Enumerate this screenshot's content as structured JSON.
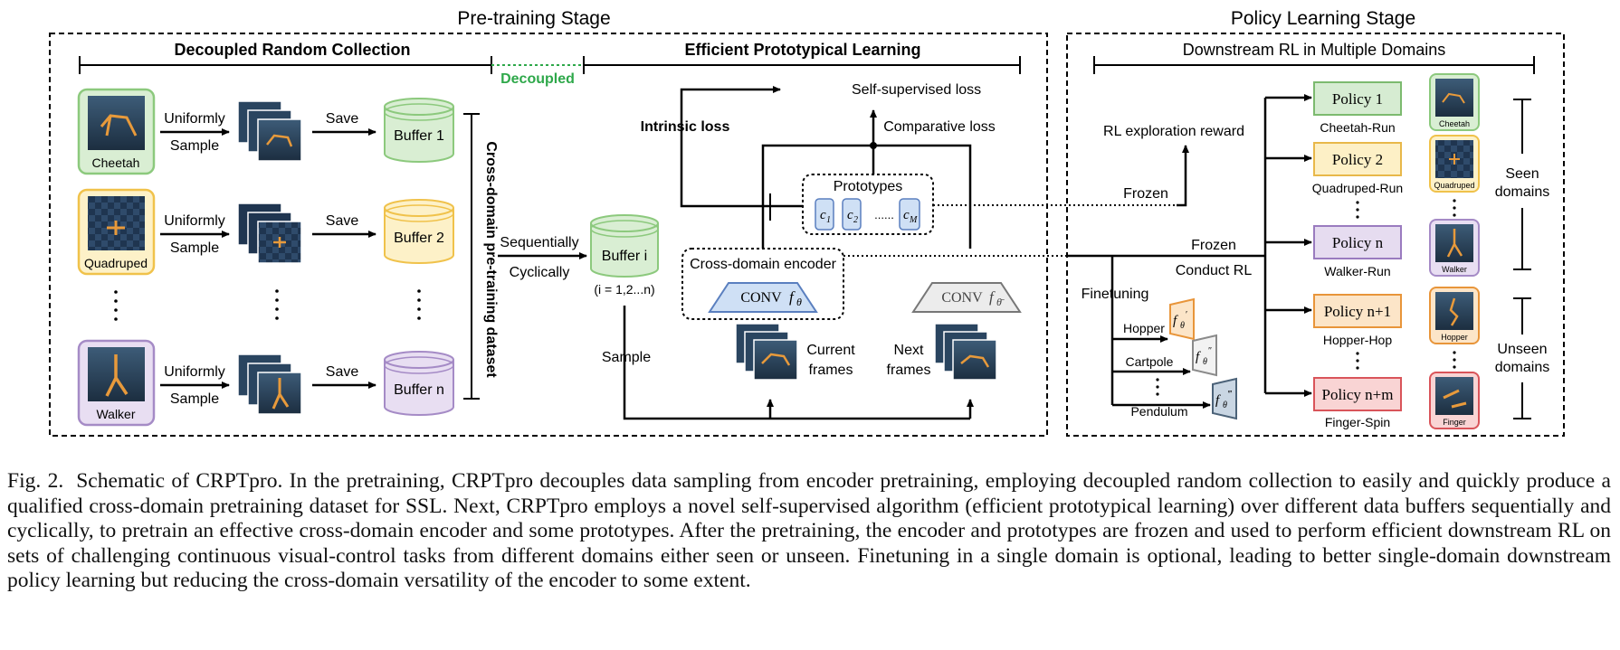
{
  "stages": {
    "pretrain_title": "Pre-training Stage",
    "policy_title": "Policy Learning Stage"
  },
  "collection": {
    "header": "Decoupled Random Collection",
    "decoupled_label": "Decoupled",
    "domains": [
      {
        "name": "Cheetah",
        "buffer": "Buffer 1"
      },
      {
        "name": "Quadruped",
        "buffer": "Buffer 2"
      },
      {
        "name": "Walker",
        "buffer": "Buffer n"
      }
    ],
    "uniformly": "Uniformly",
    "sample": "Sample",
    "save": "Save",
    "dataset_label": "Cross-domain pre-training dataset",
    "sequentially": "Sequentially",
    "cyclically": "Cyclically",
    "buffer_i": "Buffer i",
    "buffer_i_range": "(i = 1,2...n)",
    "sample_bottom": "Sample"
  },
  "learning": {
    "header": "Efficient Prototypical Learning",
    "self_supervised_loss": "Self-supervised loss",
    "intrinsic_loss": "Intrinsic loss",
    "comparative_loss": "Comparative loss",
    "prototypes": "Prototypes",
    "proto_c1": "c",
    "proto_c1_sub": "1",
    "proto_c2": "c",
    "proto_c2_sub": "2",
    "proto_dots": "......",
    "proto_cm": "c",
    "proto_cm_sub": "M",
    "encoder_label": "Cross-domain encoder",
    "conv_main": "CONV",
    "conv_f": "f",
    "conv_sub": "θ",
    "conv_target": "CONV",
    "conv_target_f": "f",
    "conv_target_sub": "θ̄",
    "current_frames": [
      "Current",
      "frames"
    ],
    "next_frames": [
      "Next",
      "frames"
    ]
  },
  "downstream": {
    "header": "Downstream RL in Multiple Domains",
    "rl_reward": "RL exploration reward",
    "frozen_top": "Frozen",
    "frozen_mid": "Frozen",
    "conduct_rl": "Conduct RL",
    "finetuning": "Finetuning",
    "finetune_tasks": [
      {
        "name": "Hopper",
        "sup": "′"
      },
      {
        "name": "Cartpole",
        "sup": "″"
      },
      {
        "name": "Pendulum",
        "sup": "‴"
      }
    ],
    "finetune_f": "f",
    "finetune_sub": "θ",
    "policies": [
      {
        "label": "Policy 1",
        "task": "Cheetah-Run",
        "fill": "#d6ecd2",
        "stroke": "#7cba6f"
      },
      {
        "label": "Policy 2",
        "task": "Quadruped-Run",
        "fill": "#fdf0c6",
        "stroke": "#e8b84a"
      },
      {
        "label": "Policy n",
        "task": "Walker-Run",
        "fill": "#e6dcf0",
        "stroke": "#9a7bbf"
      },
      {
        "label": "Policy n+1",
        "task": "Hopper-Hop",
        "fill": "#fce5c8",
        "stroke": "#e8953a"
      },
      {
        "label": "Policy n+m",
        "task": "Finger-Spin",
        "fill": "#f9d4d4",
        "stroke": "#d9545a"
      }
    ],
    "thumbs": [
      "Cheetah",
      "Quadruped",
      "Walker",
      "Hopper",
      "Finger"
    ],
    "seen_domains": [
      "Seen",
      "domains"
    ],
    "unseen_domains": [
      "Unseen",
      "domains"
    ]
  },
  "caption": {
    "fig_label": "Fig. 2.",
    "text": "Schematic of CRPTpro. In the pretraining, CRPTpro decouples data sampling from encoder pretraining, employing decoupled random collection to easily and quickly produce a qualified cross-domain pretraining dataset for SSL. Next, CRPTpro employs a novel self-supervised algorithm (efficient prototypical learning) over different data buffers sequentially and cyclically, to pretrain an effective cross-domain encoder and some prototypes. After the pretraining, the encoder and prototypes are frozen and used to perform efficient downstream RL on sets of challenging continuous visual-control tasks from different domains either seen or unseen. Finetuning in a single domain is optional, leading to better single-domain downstream policy learning but reducing the cross-domain versatility of the encoder to some extent."
  },
  "colors": {
    "green": "#8cc97d",
    "green_fill": "#d9eed3",
    "yellow": "#f0c24b",
    "yellow_fill": "#fdf1c8",
    "purple": "#a58bc6",
    "purple_fill": "#e8def2",
    "blue": "#5a7fbf",
    "blue_fill": "#cfe0f5",
    "decoupled": "#2ea84a"
  }
}
